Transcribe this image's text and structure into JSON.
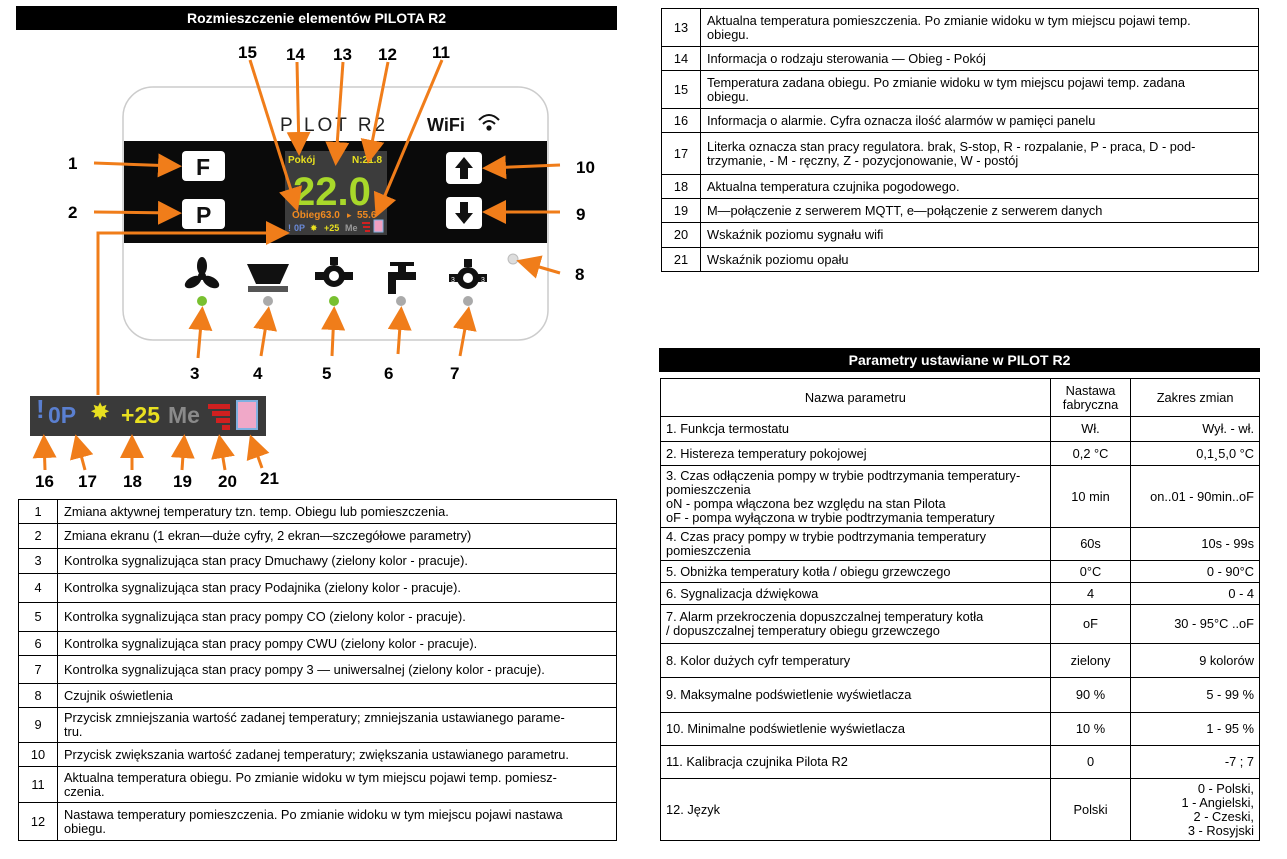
{
  "left_title": "Rozmieszczenie elementów PILOTA R2",
  "params_title": "Parametry ustawiane w PILOT R2",
  "device": {
    "brand": "PILOT R2",
    "wifi": "WiFi",
    "btn_f": "F",
    "btn_p": "P",
    "screen": {
      "mode": "Pokój",
      "set_temp": "N:21.8",
      "big_temp": "22.0",
      "circuit": "Obieg63.0",
      "circuit_set": "55.6",
      "status_row": "0P",
      "outdoor": "+25",
      "me": "Me"
    },
    "callouts": [
      "1",
      "2",
      "3",
      "4",
      "5",
      "6",
      "7",
      "8",
      "9",
      "10",
      "11",
      "12",
      "13",
      "14",
      "15"
    ]
  },
  "strip": {
    "state": "0P",
    "outdoor": "+25",
    "me": "Me",
    "labels": [
      "16",
      "17",
      "18",
      "19",
      "20",
      "21"
    ]
  },
  "table_left": [
    {
      "n": "1",
      "d": "Zmiana aktywnej temperatury tzn. temp. Obiegu lub pomieszczenia."
    },
    {
      "n": "2",
      "d": "Zmiana ekranu (1 ekran—duże cyfry, 2 ekran—szczegółowe parametry)"
    },
    {
      "n": "3",
      "d": "Kontrolka sygnalizująca stan pracy Dmuchawy (zielony kolor - pracuje)."
    },
    {
      "n": "4",
      "d": "Kontrolka sygnalizująca stan pracy Podajnika (zielony kolor - pracuje)."
    },
    {
      "n": "5",
      "d": "Kontrolka sygnalizująca stan pracy pompy CO (zielony kolor - pracuje)."
    },
    {
      "n": "6",
      "d": "Kontrolka sygnalizująca stan pracy pompy CWU (zielony kolor - pracuje)."
    },
    {
      "n": "7",
      "d": "Kontrolka sygnalizująca stan pracy pompy 3 — uniwersalnej (zielony kolor - pracuje)."
    },
    {
      "n": "8",
      "d": "Czujnik oświetlenia"
    },
    {
      "n": "9",
      "d": "Przycisk zmniejszania wartość zadanej temperatury; zmniejszania ustawianego parame-\ntru."
    },
    {
      "n": "10",
      "d": "Przycisk zwiększania wartość zadanej temperatury; zwiększania ustawianego parametru."
    },
    {
      "n": "11",
      "d": "Aktualna temperatura obiegu. Po zmianie widoku w tym miejscu pojawi temp. pomiesz-\nczenia."
    },
    {
      "n": "12",
      "d": "Nastawa temperatury pomieszczenia. Po zmianie widoku w tym miejscu pojawi nastawa\nobiegu."
    }
  ],
  "table_right": [
    {
      "n": "13",
      "d": "Aktualna temperatura pomieszczenia. Po zmianie widoku w tym miejscu pojawi temp.\nobiegu."
    },
    {
      "n": "14",
      "d": "Informacja o rodzaju sterowania — Obieg - Pokój"
    },
    {
      "n": "15",
      "d": "Temperatura zadana obiegu. Po zmianie widoku w tym miejscu pojawi temp. zadana\nobiegu."
    },
    {
      "n": "16",
      "d": "Informacja o alarmie. Cyfra oznacza ilość alarmów w pamięci panelu"
    },
    {
      "n": "17",
      "d": "Literka oznacza stan pracy regulatora.  brak, S-stop, R - rozpalanie, P - praca, D - pod-\ntrzymanie, - M - ręczny, Z - pozycjonowanie, W - postój"
    },
    {
      "n": "18",
      "d": "Aktualna temperatura czujnika pogodowego."
    },
    {
      "n": "19",
      "d": "M—połączenie z serwerem MQTT, e—połączenie z serwerem danych"
    },
    {
      "n": "20",
      "d": "Wskaźnik poziomu sygnału wifi"
    },
    {
      "n": "21",
      "d": "Wskaźnik poziomu opału"
    }
  ],
  "params": {
    "headers": [
      "Nazwa parametru",
      "Nastawa\nfabryczna",
      "Zakres zmian"
    ],
    "rows": [
      {
        "name": "1. Funkcja termostatu",
        "def": "Wł.",
        "range": "Wył. - wł."
      },
      {
        "name": "2. Histereza temperatury pokojowej",
        "def": "0,2 °C",
        "range": "0,1¸5,0 °C"
      },
      {
        "name": "3. Czas odłączenia pompy w trybie podtrzymania temperatury-\n   pomieszczenia\n      oN - pompa włączona bez względu na stan Pilota\n      oF - pompa wyłączona w trybie podtrzymania temperatury",
        "def": "10 min",
        "range": "on..01 - 90min..oF"
      },
      {
        "name": "4. Czas pracy pompy w trybie podtrzymania temperatury\n    pomieszczenia",
        "def": "60s",
        "range": "10s - 99s"
      },
      {
        "name": "5. Obniżka temperatury kotła / obiegu grzewczego",
        "def": "0°C",
        "range": "0 - 90°C"
      },
      {
        "name": "6. Sygnalizacja dźwiękowa",
        "def": "4",
        "range": "0 - 4"
      },
      {
        "name": "7. Alarm przekroczenia dopuszczalnej temperatury kotła\n    / dopuszczalnej temperatury obiegu grzewczego",
        "def": "oF",
        "range": "30 - 95°C ..oF"
      },
      {
        "name": "8. Kolor dużych cyfr  temperatury",
        "def": "zielony",
        "range": "9 kolorów"
      },
      {
        "name": "9. Maksymalne podświetlenie wyświetlacza",
        "def": "90 %",
        "range": "5 - 99 %"
      },
      {
        "name": "10. Minimalne podświetlenie wyświetlacza",
        "def": "10 %",
        "range": "1 - 95 %"
      },
      {
        "name": "11. Kalibracja czujnika Pilota R2",
        "def": "0",
        "range": "-7 ; 7"
      },
      {
        "name": "12. Język",
        "def": "Polski",
        "range": "0 - Polski,\n1 - Angielski,\n2 - Czeski,\n3 - Rosyjski"
      }
    ]
  },
  "colors": {
    "arrow": "#f07d1a",
    "green": "#78c030",
    "grey": "#aaaaaa",
    "lcd_green": "#a8d82a",
    "lcd_yellow": "#e8e020",
    "lcd_orange": "#f08a20"
  }
}
